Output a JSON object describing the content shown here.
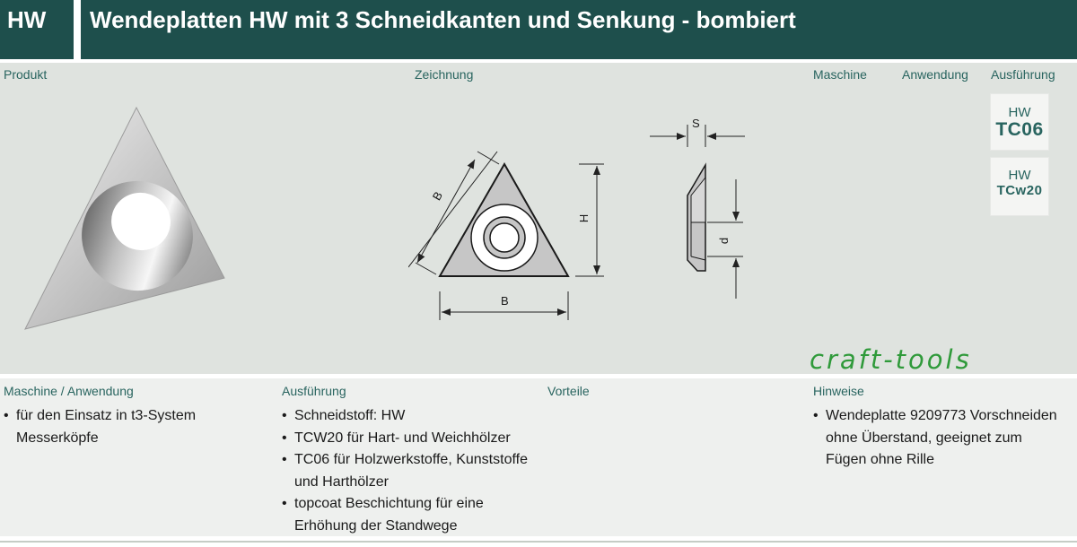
{
  "header": {
    "code": "HW",
    "title": "Wendeplatten HW mit 3 Schneidkanten und Senkung - bombiert"
  },
  "top_panel": {
    "produkt_label": "Produkt",
    "zeichnung_label": "Zeichnung",
    "maschine_label": "Maschine",
    "anwendung_label": "Anwendung",
    "ausfuehrung_label": "Ausführung",
    "drawing_labels": {
      "s": "S",
      "b_side": "B",
      "h": "H",
      "b_base": "B",
      "d": "d"
    },
    "cards": [
      {
        "top": "HW",
        "bottom": "TC06"
      },
      {
        "top": "HW",
        "bottom": "TCw20"
      }
    ],
    "logo": "craft-tools"
  },
  "bottom_panel": {
    "maschine_anwendung": {
      "label": "Maschine / Anwendung",
      "items": [
        "für den Einsatz in t3-System Messerköpfe"
      ]
    },
    "ausfuehrung": {
      "label": "Ausführung",
      "items": [
        "Schneidstoff: HW",
        "TCW20 für Hart- und Weichhölzer",
        "TC06 für Holzwerkstoffe, Kunststoffe und Harthölzer",
        "topcoat Beschichtung für eine Erhöhung der Standwege"
      ]
    },
    "vorteile": {
      "label": "Vorteile"
    },
    "hinweise": {
      "label": "Hinweise",
      "items": [
        "Wendeplatte 9209773 Vorschneiden ohne Überstand, geeignet zum Fügen ohne Rille"
      ]
    }
  },
  "colors": {
    "header_bg": "#1e4f4c",
    "label_teal": "#28645f",
    "logo_green": "#2f9a3a",
    "panel_bg": "#dfe3df"
  }
}
